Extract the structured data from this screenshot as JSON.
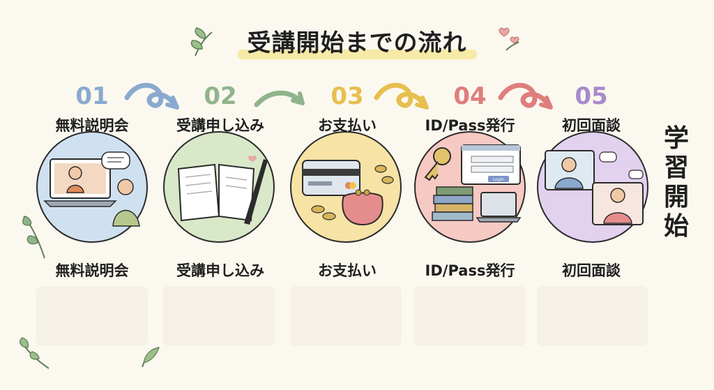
{
  "title": "受講開始までの流れ",
  "steps": [
    {
      "number": "01",
      "label": "無料説明会",
      "color": "#8aa9cf",
      "fill": "#cfe1f1"
    },
    {
      "number": "02",
      "label": "受講申し込み",
      "color": "#8fb48b",
      "fill": "#d8e8c8"
    },
    {
      "number": "03",
      "label": "お支払い",
      "color": "#e6bf4f",
      "fill": "#f6e3a5"
    },
    {
      "number": "04",
      "label": "ID/Pass発行",
      "color": "#df7d7d",
      "fill": "#f6c9c3"
    },
    {
      "number": "05",
      "label": "初回面談",
      "color": "#a88acb",
      "fill": "#e2d1ef"
    }
  ],
  "end": {
    "chars": [
      "学",
      "習",
      "開",
      "始"
    ]
  },
  "illustrations": {
    "login": "Login"
  },
  "icons": [
    "leaf-icon",
    "heart-icon",
    "arrow-icon",
    "laptop-icon",
    "notebook-icon",
    "pen-icon",
    "card-icon",
    "coin-purse-icon",
    "key-icon",
    "books-icon",
    "video-call-icon"
  ]
}
